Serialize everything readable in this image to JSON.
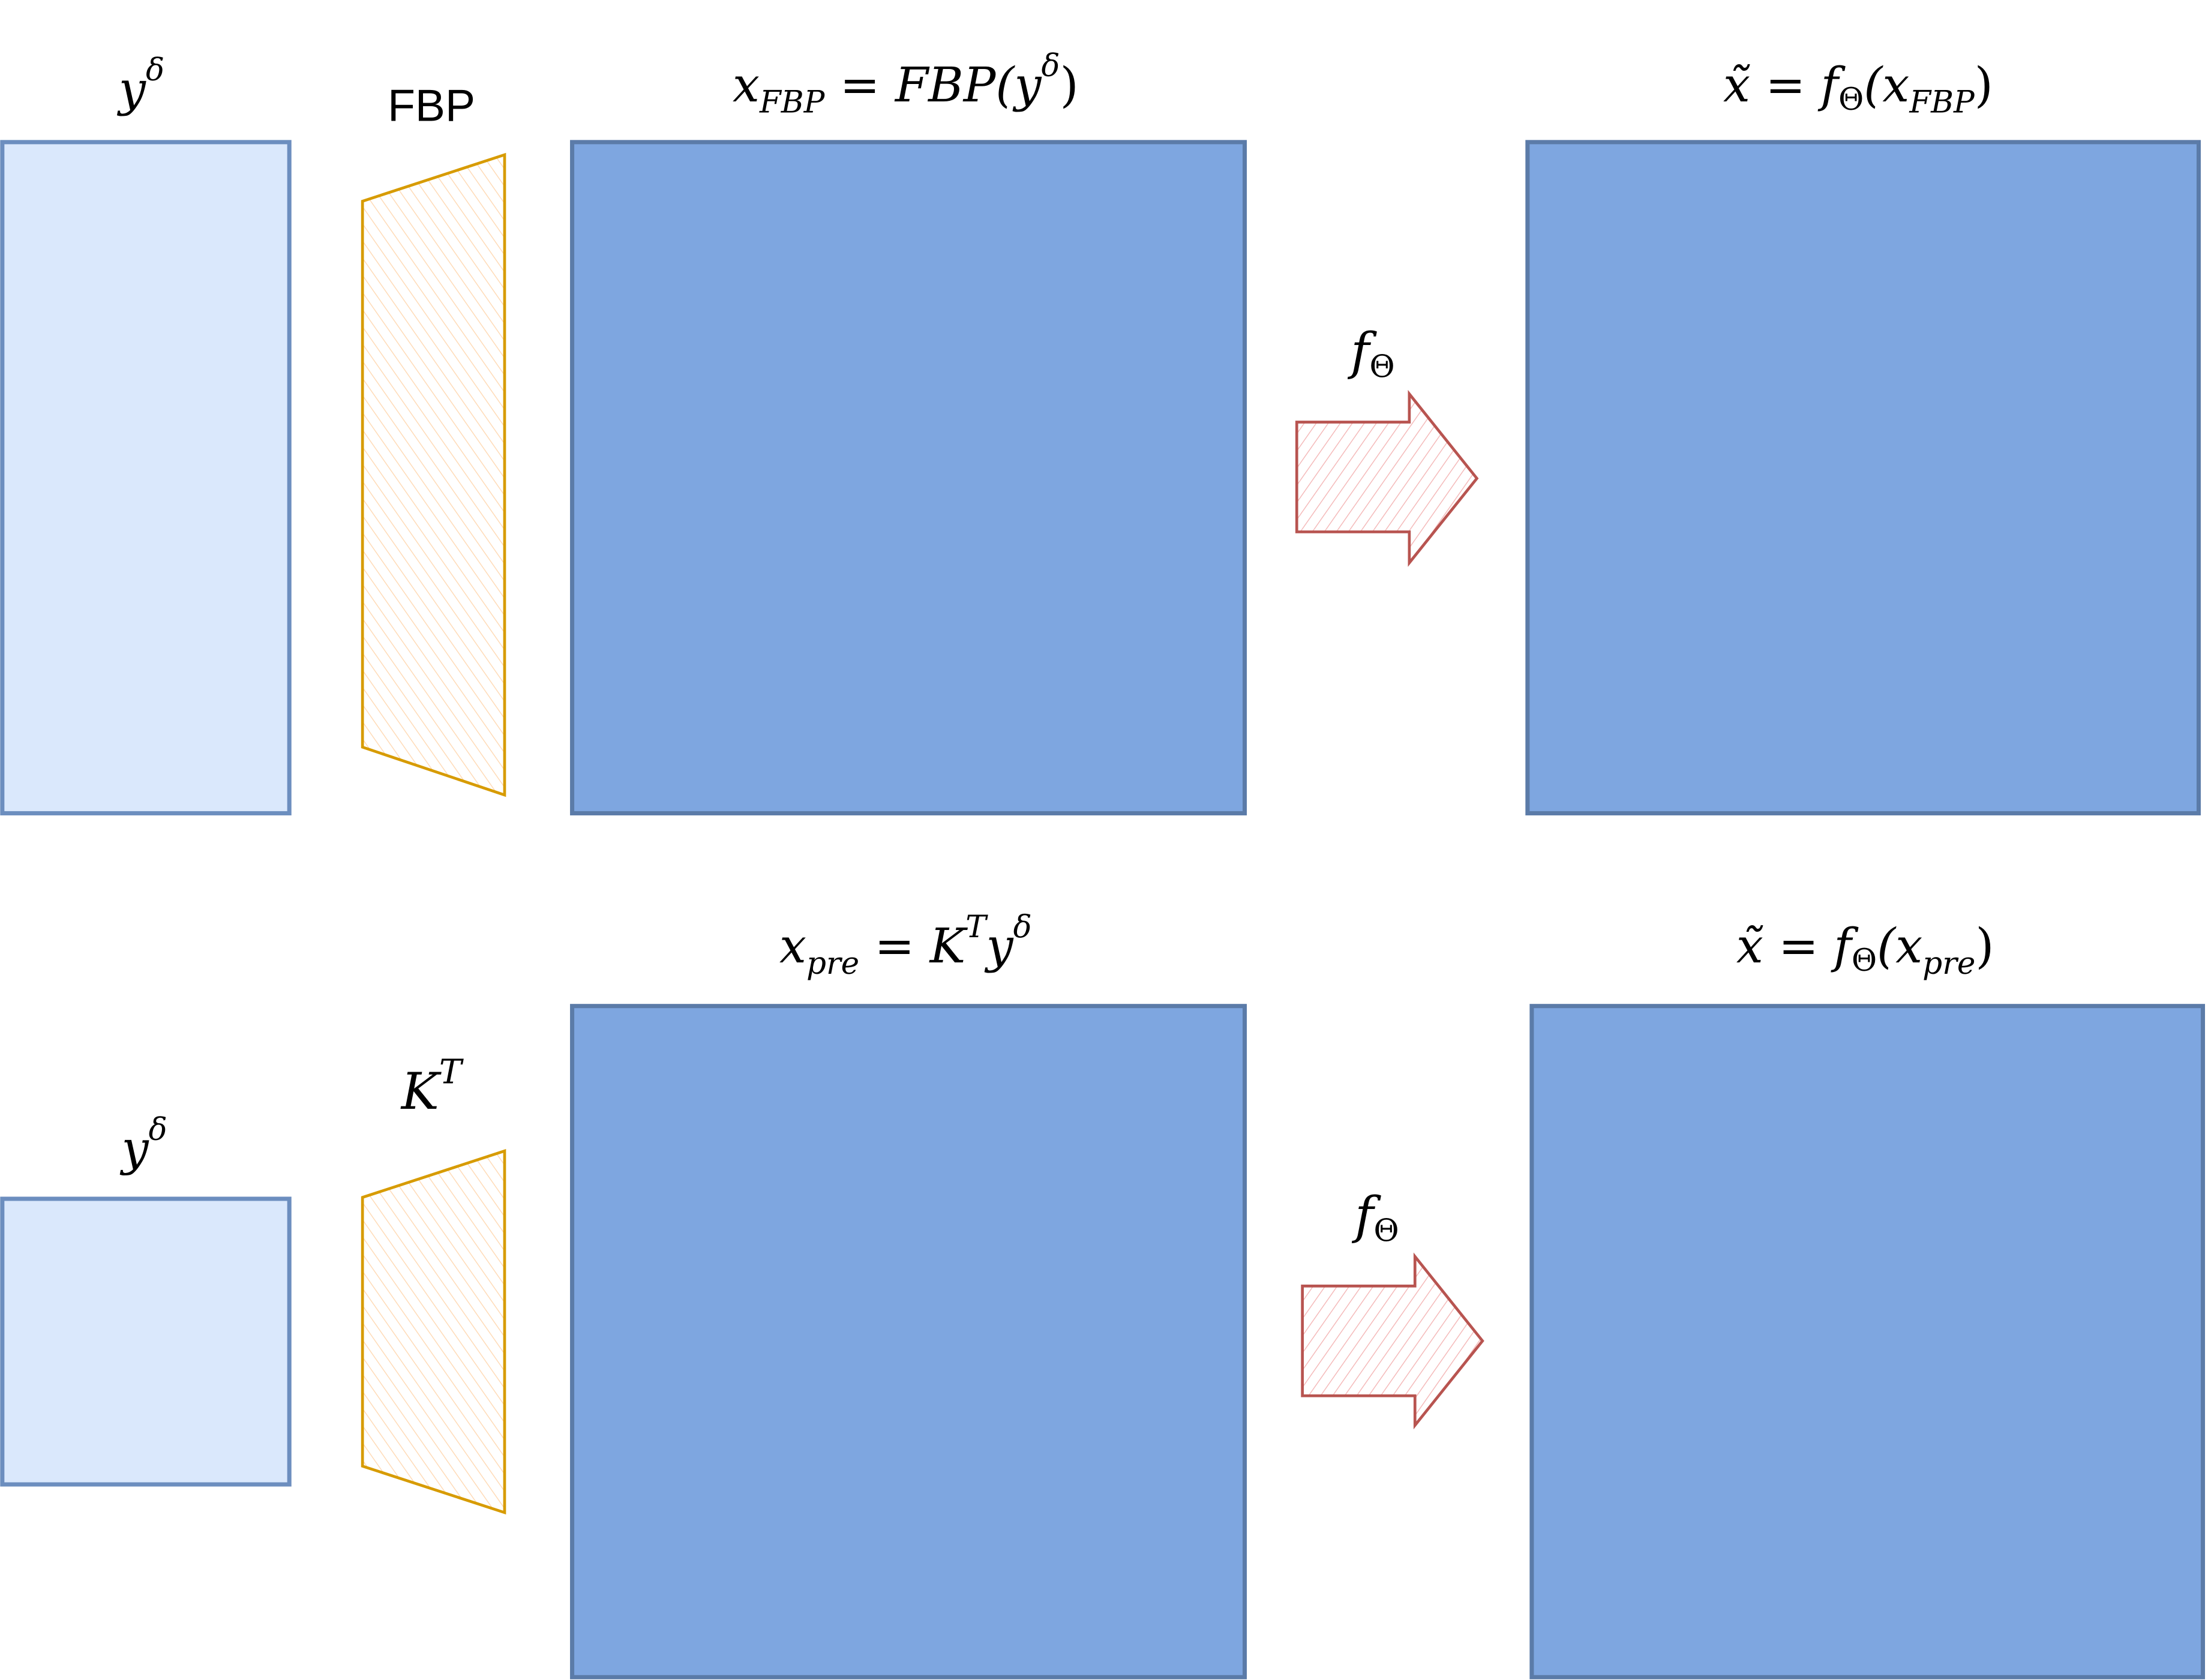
{
  "colors": {
    "input_fill": "#dae8fc",
    "input_stroke": "#6c8ebf",
    "image_fill": "#7ea6e0",
    "image_stroke": "#5b7ba8",
    "operator_stroke": "#d79b00",
    "operator_hatch": "#ffd9b3",
    "arrow_stroke": "#b85450",
    "arrow_hatch": "#f4b6b6"
  },
  "top_row": {
    "input_label": {
      "base": "y",
      "sup": "δ"
    },
    "operator_label": "FBP",
    "image_label": {
      "base": "x",
      "sub": "FBP",
      "eq": " = ",
      "fn": "FBP(y",
      "sup": "δ",
      "close": ")"
    },
    "network_label": {
      "base": "f",
      "sub": "Θ"
    },
    "output_label": {
      "base": "x̃",
      "eq": " = ",
      "fn": "f",
      "fn_sub": "Θ",
      "open": "(x",
      "arg_sub": "FBP",
      "close": ")"
    }
  },
  "bottom_row": {
    "input_label": {
      "base": "y",
      "sup": "δ"
    },
    "operator_label": {
      "base": "K",
      "sup": "T"
    },
    "image_label": {
      "base": "x",
      "sub": "pre",
      "eq": " = ",
      "k": "K",
      "k_sup": "T",
      "y": "y",
      "y_sup": "δ"
    },
    "network_label": {
      "base": "f",
      "sub": "Θ"
    },
    "output_label": {
      "base": "x̃",
      "eq": " = ",
      "fn": "f",
      "fn_sub": "Θ",
      "open": "(x",
      "arg_sub": "pre",
      "close": ")"
    }
  }
}
